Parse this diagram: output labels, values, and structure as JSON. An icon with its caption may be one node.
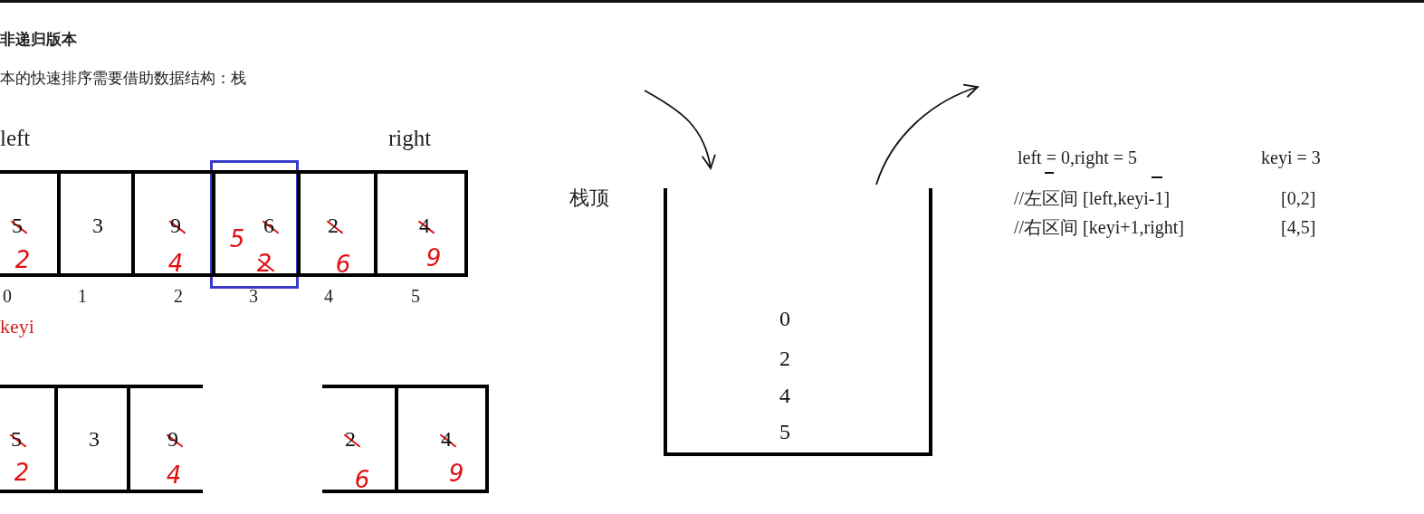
{
  "diagram": {
    "title": "非递归版本",
    "nodes": [
      {
        "text": [
          "5",
          "2"
        ]
      },
      {
        "text": [
          "3"
        ]
      },
      {
        "text": [
          "9",
          "4"
        ]
      },
      {
        "text": [
          "6",
          "5",
          "2"
        ]
      },
      {
        "text": [
          "2",
          "6"
        ]
      },
      {
        "text": [
          "4",
          "9"
        ]
      },
      {
        "text": [
          "5",
          "2"
        ]
      },
      {
        "text": [
          "3"
        ]
      },
      {
        "text": [
          "9",
          "4"
        ]
      },
      {
        "text": [
          "2",
          "6"
        ]
      },
      {
        "text": [
          "4",
          "9"
        ]
      },
      {
        "text": [
          "0",
          "2",
          "4",
          "5"
        ],
        "beside": [
          "栈顶"
        ]
      }
    ],
    "edges": [
      {
        "from": null,
        "to": 11,
        "arrow": "to"
      },
      {
        "from": 11,
        "to": null,
        "arrow": "to"
      }
    ],
    "labels": [
      "本的快速排序需要借助数据结构：栈",
      "left",
      "right",
      "0",
      "1",
      "2",
      "3",
      "4",
      "5",
      "keyi",
      "left = 0,right = 5",
      "keyi = 3",
      "//左区间 [left,keyi-1]",
      "[0,2]",
      "//右区间 [keyi+1,right]",
      "[4,5]"
    ]
  }
}
